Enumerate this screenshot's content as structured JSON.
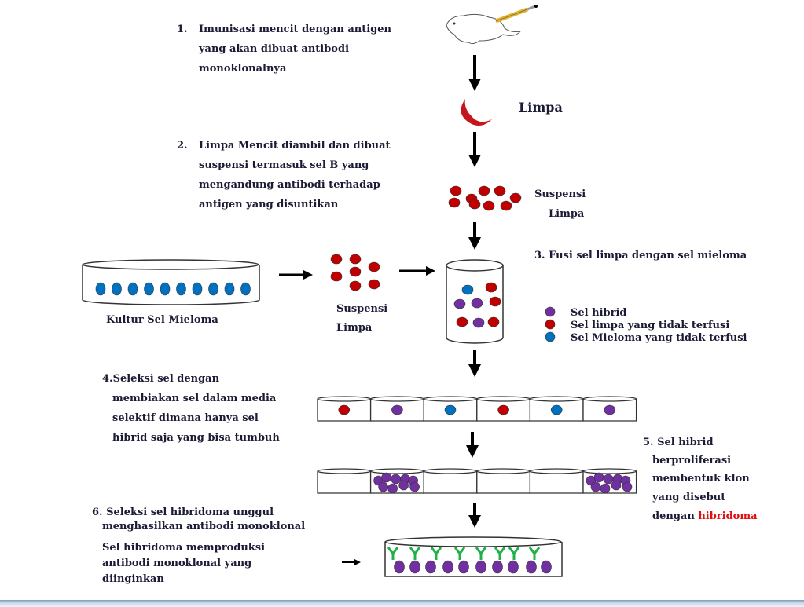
{
  "step1": {
    "num": "1.",
    "lines": [
      "Imunisasi mencit dengan antigen",
      "yang akan dibuat antibodi",
      "monoklonalnya"
    ]
  },
  "spleen_label": "Limpa",
  "step2": {
    "num": "2.",
    "lines": [
      "Limpa Mencit diambil dan dibuat",
      "suspensi termasuk sel B yang",
      "mengandung antibodi terhadap",
      "antigen yang disuntikan"
    ]
  },
  "suspension_top": [
    "Suspensi",
    "Limpa"
  ],
  "step3": "3. Fusi sel limpa dengan sel mieloma",
  "myeloma_culture": "Kultur Sel Mieloma",
  "suspension_mid": [
    "Suspensi",
    "Limpa"
  ],
  "legend": [
    {
      "label": "Sel hibrid",
      "color": "#7030a0"
    },
    {
      "label": "Sel limpa yang tidak terfusi",
      "color": "#c00000"
    },
    {
      "label": "Sel Mieloma yang tidak terfusi",
      "color": "#0070c0"
    }
  ],
  "step4": [
    "4.Seleksi sel dengan",
    "membiakan sel dalam media",
    "selektif dimana hanya sel",
    "hibrid saja yang bisa tumbuh"
  ],
  "selection_wells": [
    "spleen",
    "hybrid",
    "myeloma",
    "spleen",
    "myeloma",
    "hybrid"
  ],
  "step5": {
    "lines": [
      "5. Sel hibrid",
      "berproliferasi",
      "membentuk klon",
      "yang disebut"
    ],
    "last_prefix": "dengan",
    "highlight": "hibridoma",
    "highlight_color": "#e01010"
  },
  "step6": [
    "6. Seleksi sel hibridoma unggul",
    "menghasilkan antibodi monoklonal"
  ],
  "step6_note": [
    "Sel hibridoma memproduksi",
    "antibodi monoklonal yang",
    "diinginkan"
  ],
  "colors": {
    "hybrid": "#7030a0",
    "spleen": "#c00000",
    "myeloma": "#0070c0",
    "antibody": "#22b04a",
    "text": "#1b1b35"
  }
}
